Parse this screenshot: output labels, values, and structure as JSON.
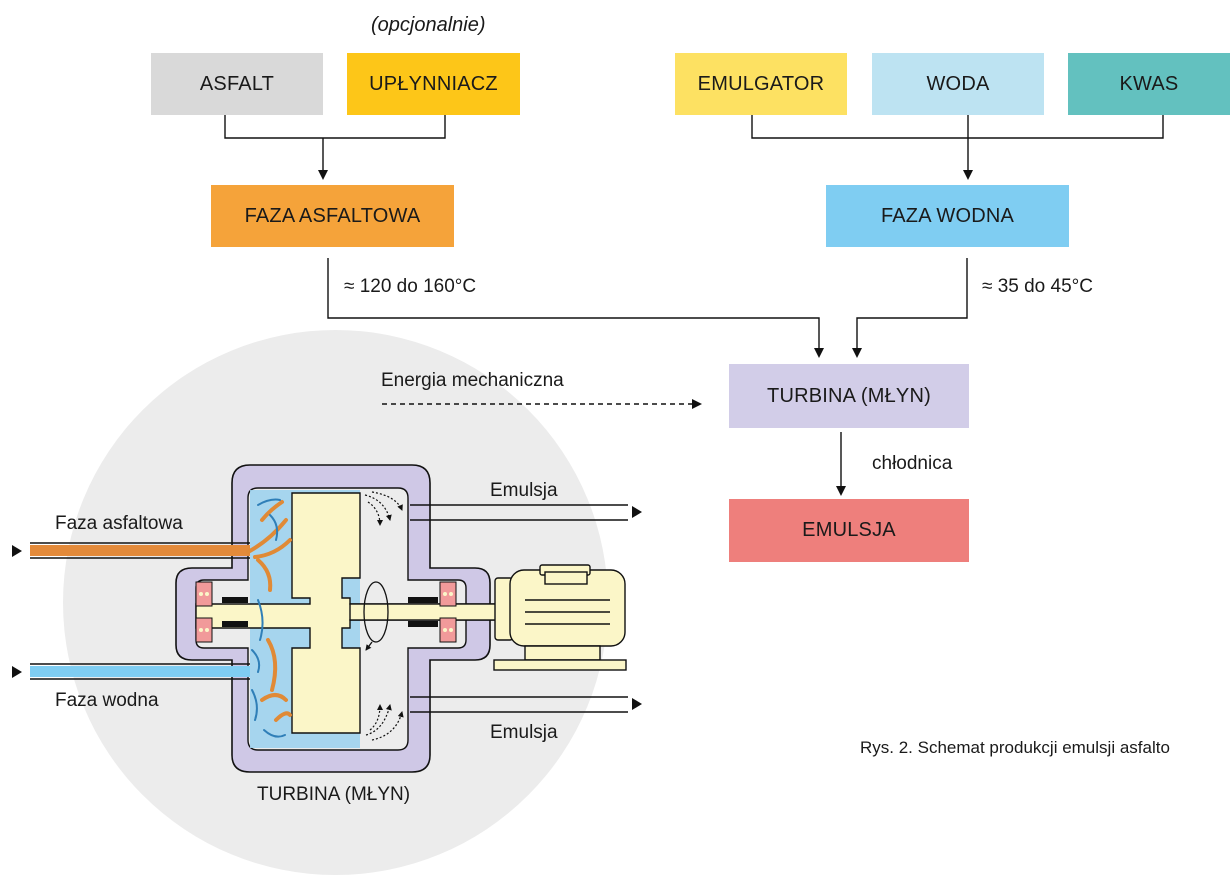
{
  "inputs": {
    "optional_note": "(opcjonalnie)",
    "asfalt": "ASFALT",
    "uplynniacz": "UPŁYNNIACZ",
    "emulgator": "EMULGATOR",
    "woda": "WODA",
    "kwas": "KWAS"
  },
  "phases": {
    "asphalt_phase": "FAZA ASFALTOWA",
    "water_phase": "FAZA WODNA",
    "asphalt_temp": "≈ 120 do 160°C",
    "water_temp": "≈ 35 do 45°C"
  },
  "process": {
    "energy_label": "Energia mechaniczna",
    "turbine": "TURBINA (MŁYN)",
    "cooler_label": "chłodnica",
    "emulsion": "EMULSJA"
  },
  "turbine_drawing": {
    "inlet_asphalt": "Faza asfaltowa",
    "inlet_water": "Faza wodna",
    "outlet_top": "Emulsja",
    "outlet_bottom": "Emulsja",
    "caption": "TURBINA (MŁYN)"
  },
  "figure_caption": "Rys. 2. Schemat produkcji emulsji asfalto",
  "colors": {
    "asfalt": "#d9d9d9",
    "uplynniacz": "#fdc618",
    "emulgator": "#fde162",
    "woda": "#bde3f2",
    "kwas": "#63c1bf",
    "asphalt_phase": "#f5a33a",
    "water_phase": "#7fcdf2",
    "turbine": "#d2cde8",
    "emulsion": "#ee7f7c",
    "background_circle": "#ececec"
  }
}
